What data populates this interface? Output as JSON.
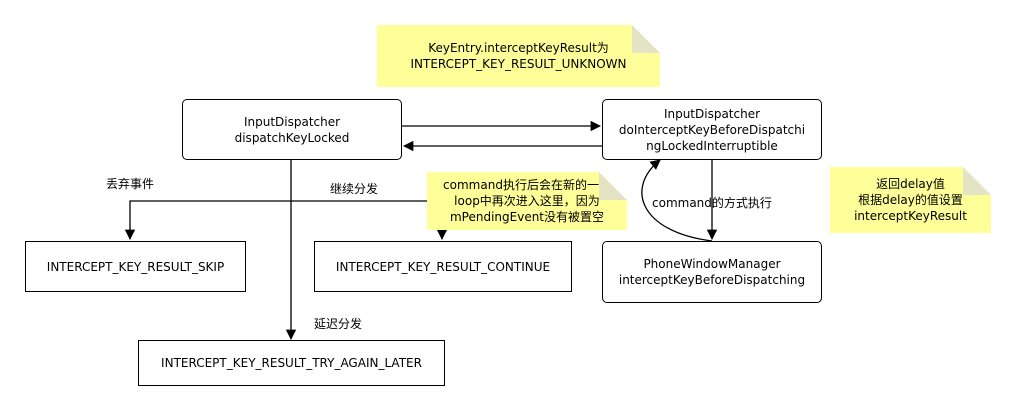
{
  "nodes": {
    "dispatch": "InputDispatcher\ndispatchKeyLocked",
    "intercept": "InputDispatcher\ndoInterceptKeyBeforeDispatchi\nngLockedInterruptible",
    "skip": "INTERCEPT_KEY_RESULT_SKIP",
    "continue": "INTERCEPT_KEY_RESULT_CONTINUE",
    "try_again": "INTERCEPT_KEY_RESULT_TRY_AGAIN_LATER",
    "pwm": "PhoneWindowManager\ninterceptKeyBeforeDispatching"
  },
  "notes": {
    "top": "KeyEntry.interceptKeyResult为\nINTERCEPT_KEY_RESULT_UNKNOWN",
    "command": "command执行后会在新的一轮\nloop中再次进入这里，因为\nmPendingEvent没有被置空",
    "delay": "返回delay值\n根据delay的值设置\ninterceptKeyResult"
  },
  "edge_labels": {
    "discard": "丢弃事件",
    "continue": "继续分发",
    "delay": "延迟分发",
    "command": "command的方式执行"
  },
  "colors": {
    "note_fill": "#ffff99",
    "line": "#000000"
  }
}
